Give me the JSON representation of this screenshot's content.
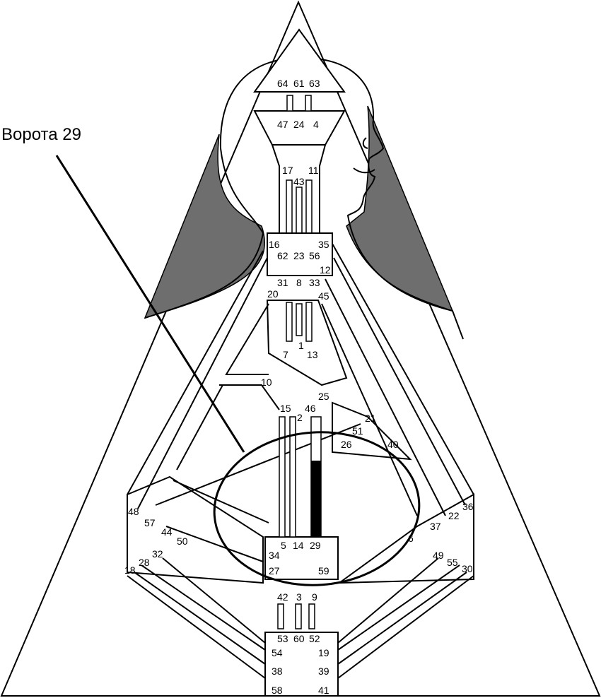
{
  "caption": "Ворота 29",
  "highlighted_gate": "29",
  "gates": [
    "64",
    "61",
    "63",
    "47",
    "24",
    "4",
    "17",
    "43",
    "11",
    "16",
    "62",
    "23",
    "56",
    "35",
    "12",
    "31",
    "8",
    "33",
    "20",
    "45",
    "7",
    "1",
    "13",
    "10",
    "25",
    "15",
    "46",
    "2",
    "21",
    "51",
    "26",
    "40",
    "48",
    "57",
    "44",
    "50",
    "5",
    "14",
    "29",
    "34",
    "27",
    "59",
    "6",
    "37",
    "22",
    "36",
    "42",
    "3",
    "9",
    "53",
    "60",
    "52",
    "54",
    "19",
    "38",
    "39",
    "58",
    "41",
    "18",
    "28",
    "32",
    "49",
    "55",
    "30"
  ],
  "colors": {
    "line": "#000000",
    "shade": "#6e6e6e",
    "background": "#ffffff",
    "highlight": "#000000"
  }
}
